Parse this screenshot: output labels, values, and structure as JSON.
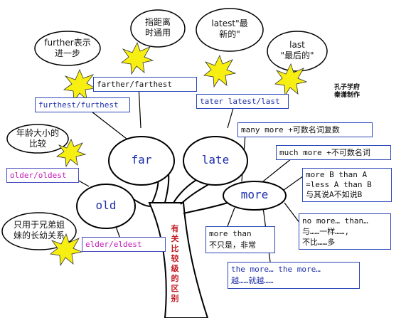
{
  "nodes": {
    "far": "far",
    "late": "late",
    "old": "old",
    "more": "more"
  },
  "far_forms": {
    "farther": "farther/farthest",
    "furthest": "furthest/furthest"
  },
  "old_forms": {
    "older": "older/oldest",
    "elder": "elder/eldest"
  },
  "late_forms": {
    "later": "tater latest/last"
  },
  "more_uses": {
    "many_more": "many more +可数名词复数",
    "much_more": "much more +不可数名词",
    "more_than_a": [
      "more B than A",
      "=less A than B",
      "与其说A不如说B"
    ],
    "no_more": [
      "no more… than…",
      "与……一样……,",
      "不比……多"
    ],
    "more_than": [
      "more than",
      "不只是，非常"
    ],
    "the_more": [
      "the more… the more…",
      "越……就越……"
    ]
  },
  "bubbles": {
    "further": [
      "further表示",
      "进一步"
    ],
    "distance": [
      "指距离",
      "时通用"
    ],
    "latest": [
      "latest\"最",
      "新的\""
    ],
    "last": [
      "last",
      "\"最后的\""
    ],
    "age": [
      "年龄大小的",
      "比较"
    ],
    "siblings": [
      "只用于兄弟姐",
      "妹的长幼关系"
    ]
  },
  "trunk_note": "有关比较级的区别",
  "credit": [
    "孔子学府",
    "秦潇制作"
  ],
  "colors": {
    "border_blue": "#2b47b8",
    "text_blue": "#1e2fa8",
    "text_magenta": "#c21bb8",
    "text_red": "#c2181f",
    "star_yellow": "#f7ef12"
  }
}
